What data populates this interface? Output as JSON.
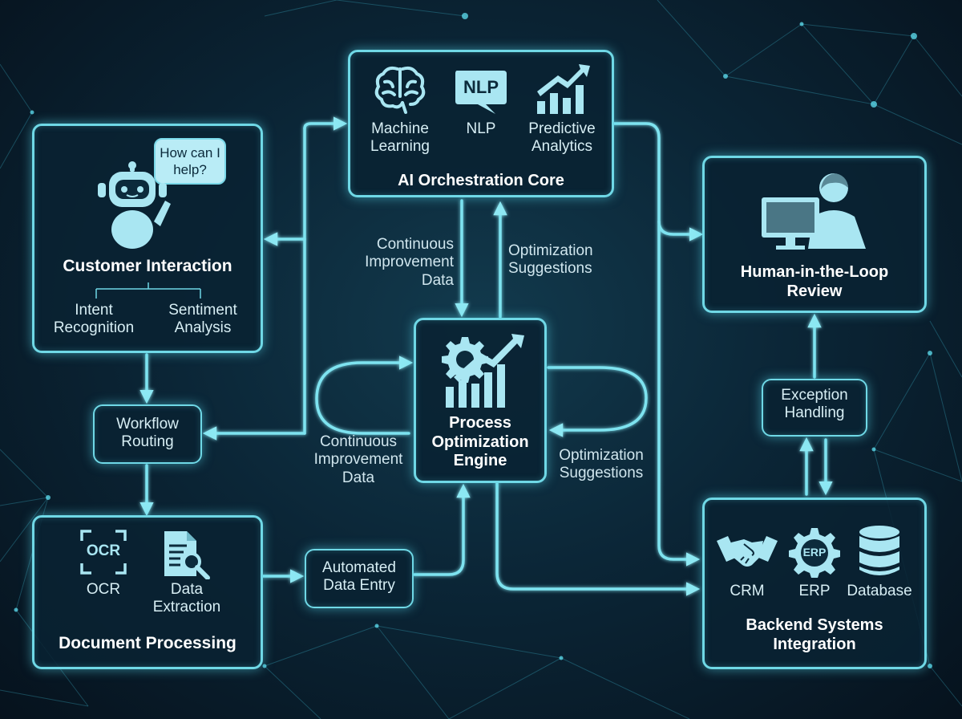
{
  "customer_interaction": {
    "title": "Customer Interaction",
    "bubble": "How can I help?",
    "intent": "Intent Recognition",
    "sentiment": "Sentiment Analysis"
  },
  "workflow_routing": {
    "label": "Workflow Routing"
  },
  "document_processing": {
    "title": "Document Processing",
    "ocr_badge": "OCR",
    "ocr": "OCR",
    "data_extraction": "Data Extraction"
  },
  "automated_data_entry": {
    "label": "Automated Data Entry"
  },
  "ai_core": {
    "title": "AI Orchestration Core",
    "nlp_badge": "NLP",
    "machine_learning": "Machine Learning",
    "nlp": "NLP",
    "predictive_analytics": "Predictive Analytics"
  },
  "process_engine": {
    "title": "Process Optimization Engine"
  },
  "flow_labels": {
    "top_left": "Continuous Improvement Data",
    "top_right": "Optimization Suggestions",
    "mid_left": "Continuous Improvement Data",
    "mid_right": "Optimization Suggestions"
  },
  "human_review": {
    "title": "Human-in-the-Loop Review"
  },
  "exception_handling": {
    "label": "Exception Handling"
  },
  "backend": {
    "title": "Backend Systems Integration",
    "erp_badge": "ERP",
    "crm": "CRM",
    "erp": "ERP",
    "database": "Database"
  },
  "colors": {
    "accent": "#6fd8e6",
    "box_fill": "#092232",
    "background": "#0b2637",
    "icon_fill": "#a9e6f2"
  }
}
